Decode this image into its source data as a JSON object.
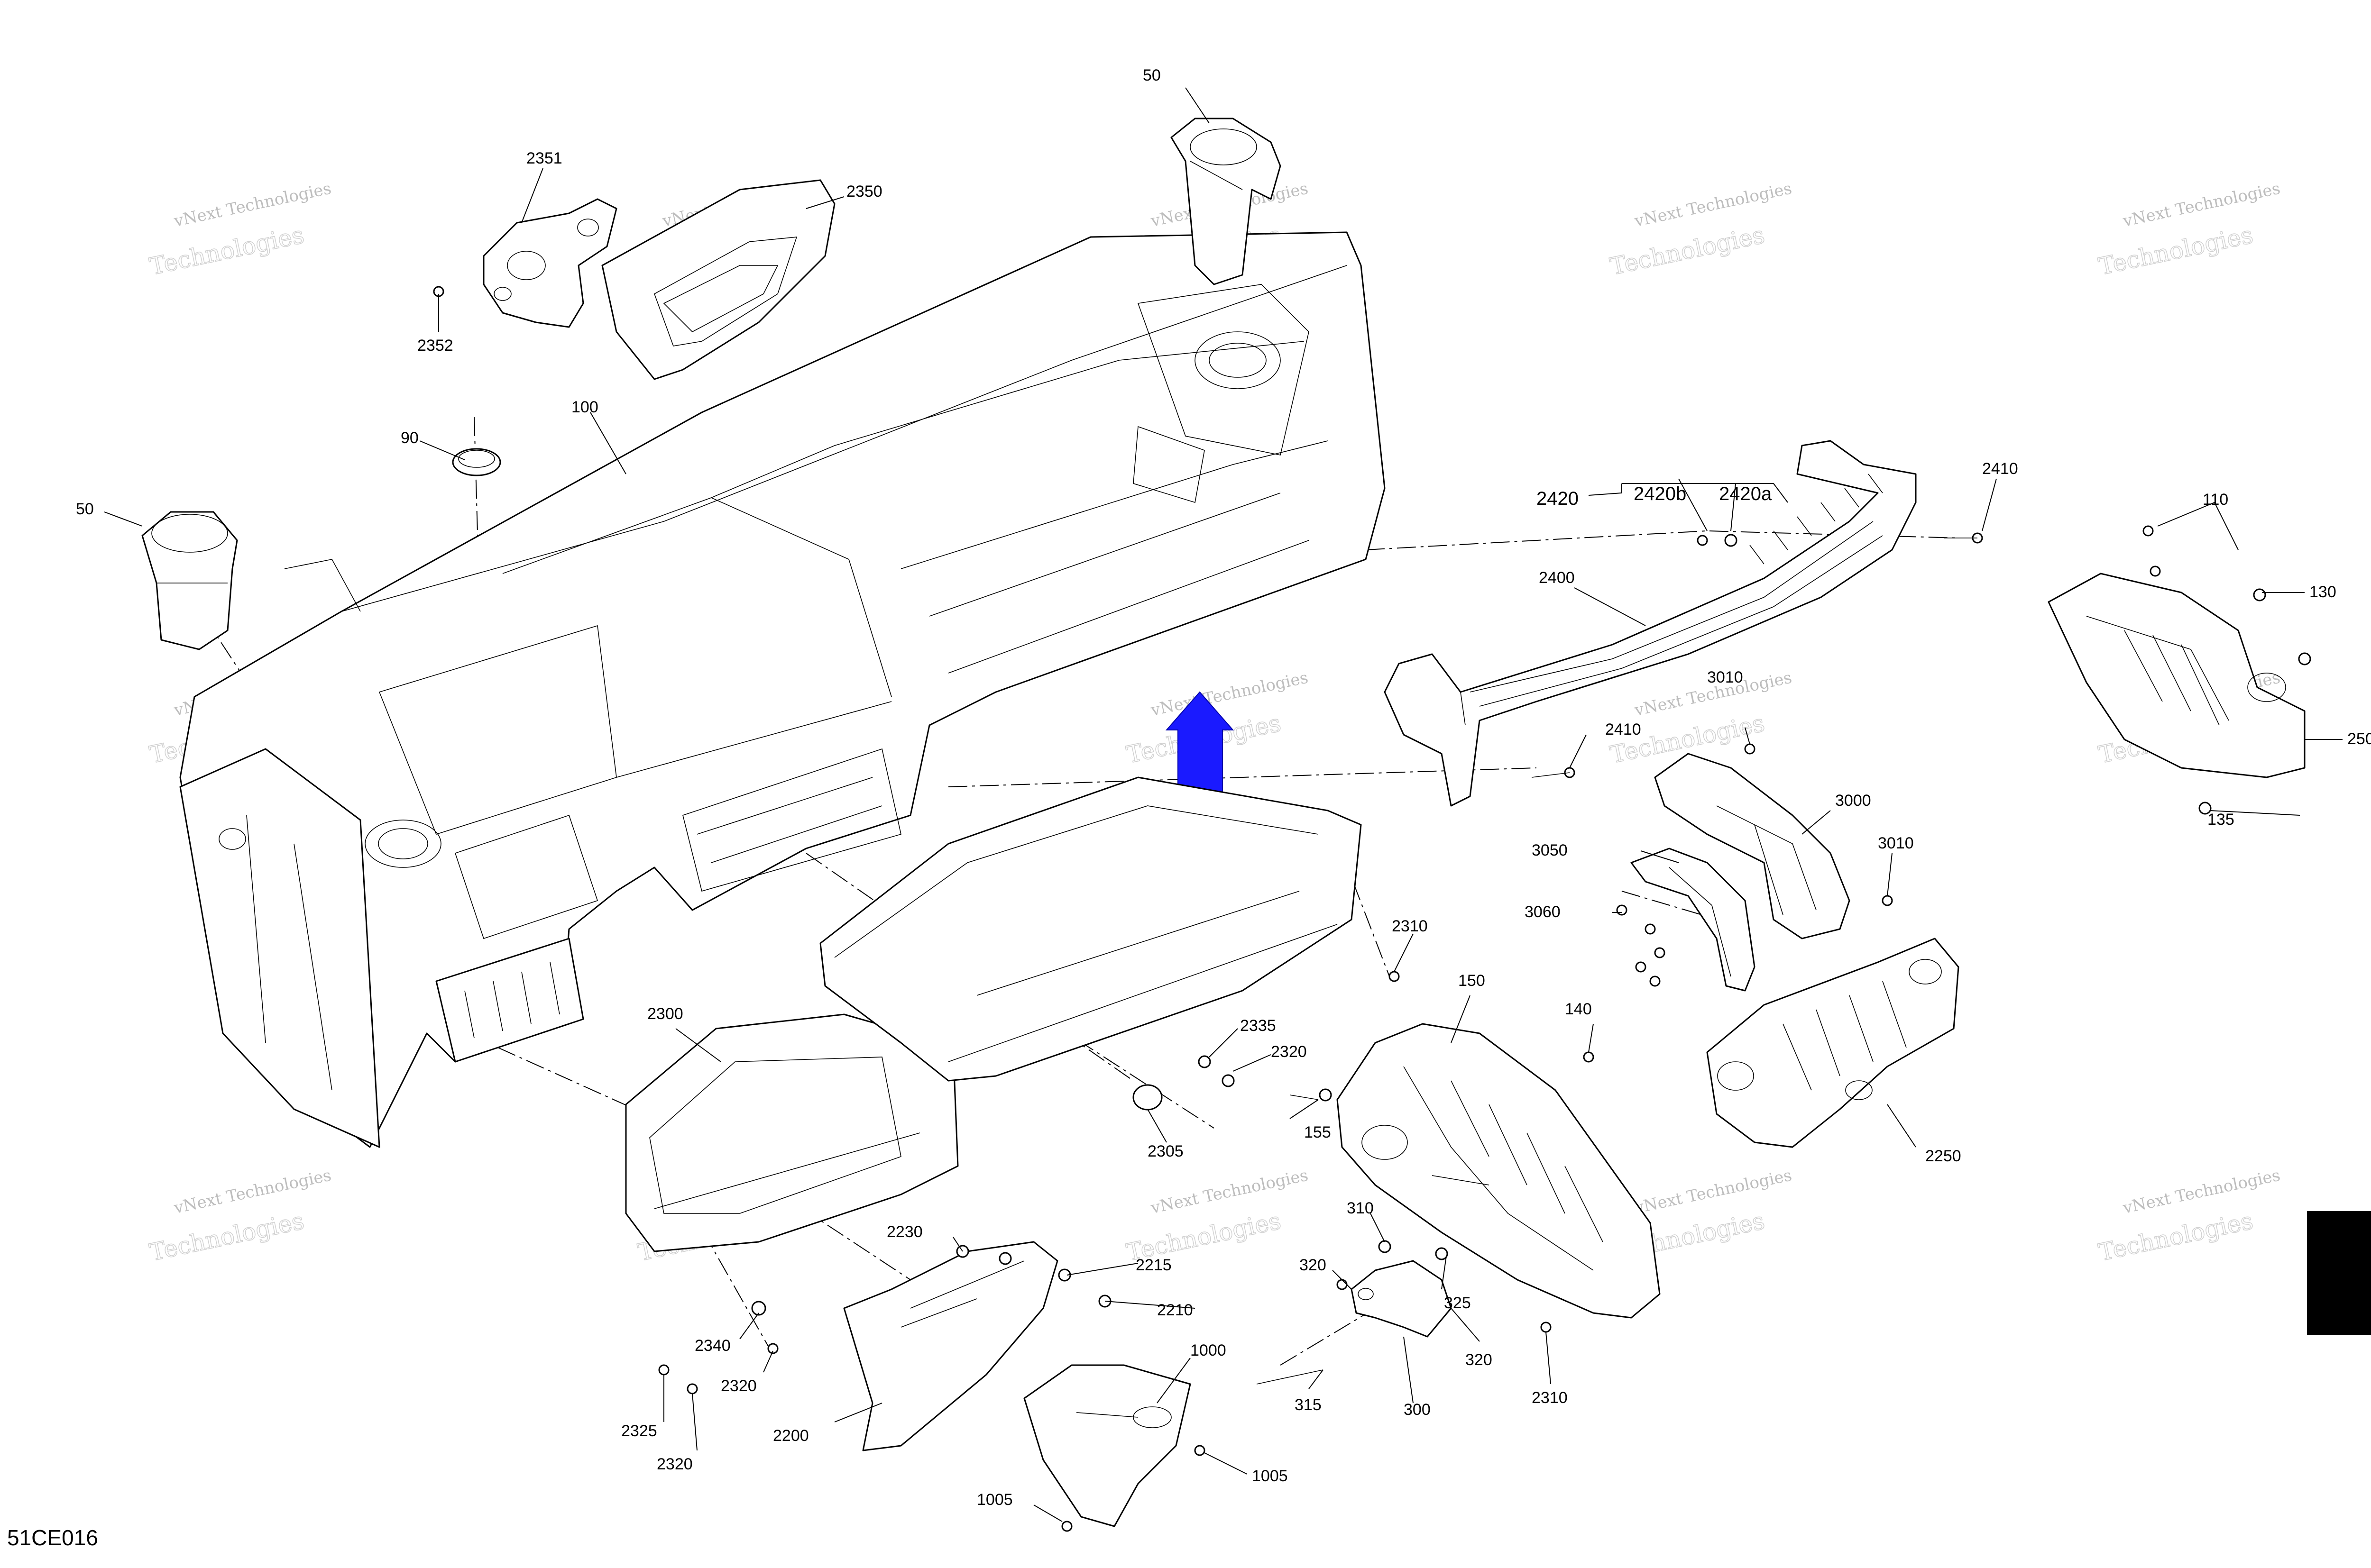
{
  "diagram_code": "51CE016",
  "watermark": {
    "line1": "vNext Technologies",
    "line2": "Technologies"
  },
  "arrow_color": "#1a1aff",
  "tab_color": "#000000",
  "callouts": [
    {
      "id": "c50a",
      "text": "50"
    },
    {
      "id": "c2351",
      "text": "2351"
    },
    {
      "id": "c2350",
      "text": "2350"
    },
    {
      "id": "c2352",
      "text": "2352"
    },
    {
      "id": "c100",
      "text": "100"
    },
    {
      "id": "c90",
      "text": "90"
    },
    {
      "id": "c50b",
      "text": "50"
    },
    {
      "id": "c2420",
      "text": "2420"
    },
    {
      "id": "c2420b",
      "text": "2420b"
    },
    {
      "id": "c2420a",
      "text": "2420a"
    },
    {
      "id": "c2410a",
      "text": "2410"
    },
    {
      "id": "c2400",
      "text": "2400"
    },
    {
      "id": "c2410b",
      "text": "2410"
    },
    {
      "id": "c110",
      "text": "110"
    },
    {
      "id": "c130",
      "text": "130"
    },
    {
      "id": "c250",
      "text": "250"
    },
    {
      "id": "c135",
      "text": "135"
    },
    {
      "id": "c3010a",
      "text": "3010"
    },
    {
      "id": "c3000",
      "text": "3000"
    },
    {
      "id": "c3010b",
      "text": "3010"
    },
    {
      "id": "c3050",
      "text": "3050"
    },
    {
      "id": "c3060",
      "text": "3060"
    },
    {
      "id": "c2310a",
      "text": "2310"
    },
    {
      "id": "c150",
      "text": "150"
    },
    {
      "id": "c140",
      "text": "140"
    },
    {
      "id": "c2250",
      "text": "2250"
    },
    {
      "id": "c2300",
      "text": "2300"
    },
    {
      "id": "c2335",
      "text": "2335"
    },
    {
      "id": "c2320a",
      "text": "2320"
    },
    {
      "id": "c155",
      "text": "155"
    },
    {
      "id": "c2305",
      "text": "2305"
    },
    {
      "id": "c310",
      "text": "310"
    },
    {
      "id": "c320a",
      "text": "320"
    },
    {
      "id": "c325",
      "text": "325"
    },
    {
      "id": "c320b",
      "text": "320"
    },
    {
      "id": "c315",
      "text": "315"
    },
    {
      "id": "c300",
      "text": "300"
    },
    {
      "id": "c2310b",
      "text": "2310"
    },
    {
      "id": "c2230",
      "text": "2230"
    },
    {
      "id": "c2215",
      "text": "2215"
    },
    {
      "id": "c2210",
      "text": "2210"
    },
    {
      "id": "c2340",
      "text": "2340"
    },
    {
      "id": "c2320b",
      "text": "2320"
    },
    {
      "id": "c2325",
      "text": "2325"
    },
    {
      "id": "c2320c",
      "text": "2320"
    },
    {
      "id": "c2200",
      "text": "2200"
    },
    {
      "id": "c1000",
      "text": "1000"
    },
    {
      "id": "c1005a",
      "text": "1005"
    },
    {
      "id": "c1005b",
      "text": "1005"
    }
  ]
}
